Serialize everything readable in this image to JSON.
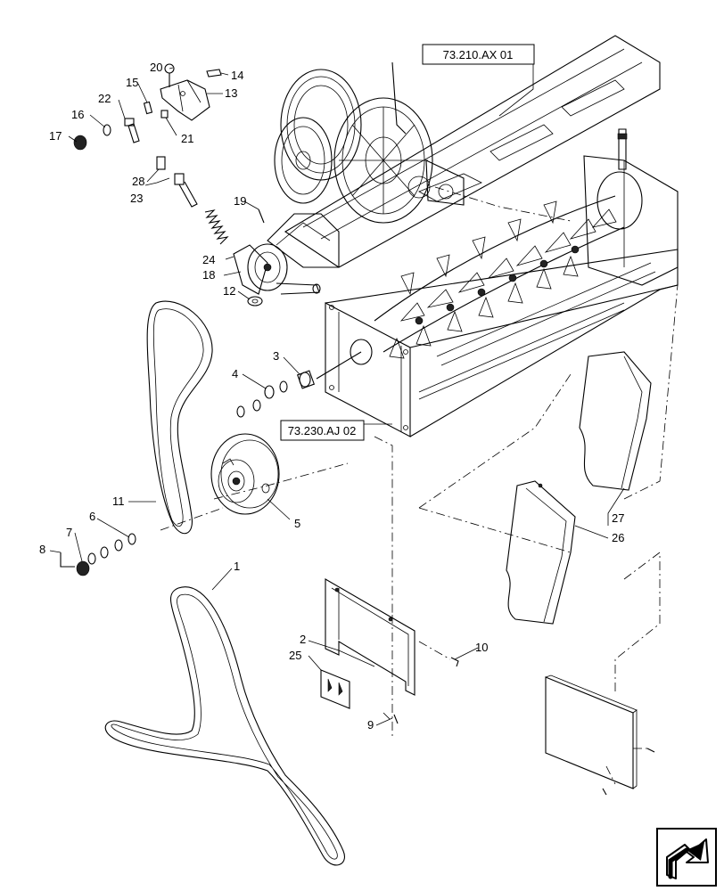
{
  "references": {
    "ref_top": "73.210.AX 01",
    "ref_mid": "73.230.AJ 02"
  },
  "callouts": {
    "c1": "1",
    "c2": "2",
    "c3": "3",
    "c4": "4",
    "c5": "5",
    "c6": "6",
    "c7": "7",
    "c8": "8",
    "c9": "9",
    "c10": "10",
    "c11": "11",
    "c12": "12",
    "c13": "13",
    "c14": "14",
    "c15": "15",
    "c16": "16",
    "c17": "17",
    "c18": "18",
    "c19": "19",
    "c20": "20",
    "c21": "21",
    "c22": "22",
    "c23": "23",
    "c24": "24",
    "c25": "25",
    "c26": "26",
    "c27": "27",
    "c28": "28"
  },
  "icons": {
    "nav_icon": "arrow-navigation-icon"
  }
}
